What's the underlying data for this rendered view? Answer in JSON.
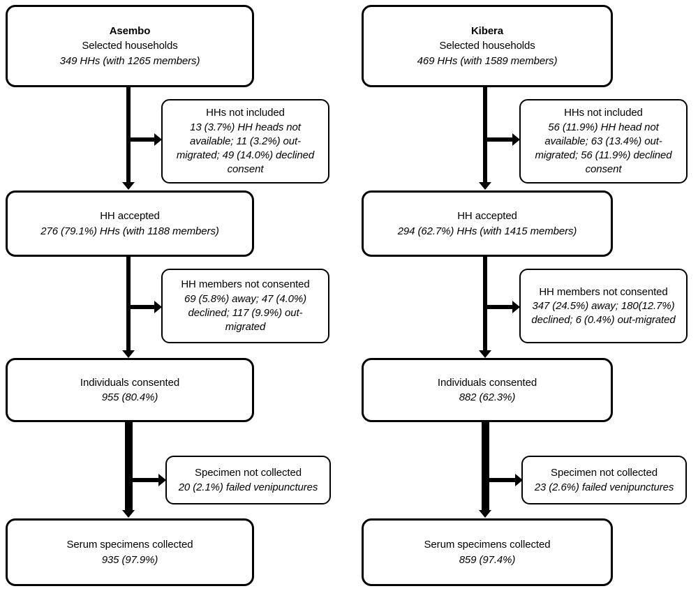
{
  "figure": {
    "type": "flowchart",
    "description": "Two parallel participant enrollment flow diagrams (CONSORT-style) for study sites Asembo and Kibera",
    "columns": [
      {
        "site": "Asembo",
        "nodes": [
          {
            "id": "selected-households",
            "kind": "main",
            "title": "Asembo",
            "subtitle": "Selected households",
            "value": "349 HHs (with 1265 members)"
          },
          {
            "id": "hhs-not-included",
            "kind": "side",
            "title": "HHs not included",
            "value": "13 (3.7%) HH heads not available; 11 (3.2%) out-migrated; 49 (14.0%) declined consent"
          },
          {
            "id": "hh-accepted",
            "kind": "main",
            "title": "HH accepted",
            "value": "276 (79.1%) HHs (with 1188 members)"
          },
          {
            "id": "hh-members-not-consented",
            "kind": "side",
            "title": "HH members not consented",
            "value": "69 (5.8%) away; 47 (4.0%) declined; 117 (9.9%) out-migrated"
          },
          {
            "id": "individuals-consented",
            "kind": "main",
            "title": "Individuals consented",
            "value": "955 (80.4%)"
          },
          {
            "id": "specimen-not-collected",
            "kind": "side",
            "title": "Specimen not collected",
            "value": "20 (2.1%) failed venipunctures"
          },
          {
            "id": "serum-specimens-collected",
            "kind": "main",
            "title": "Serum specimens collected",
            "value": "935 (97.9%)"
          }
        ]
      },
      {
        "site": "Kibera",
        "nodes": [
          {
            "id": "selected-households",
            "kind": "main",
            "title": "Kibera",
            "subtitle": "Selected households",
            "value": "469 HHs (with 1589 members)"
          },
          {
            "id": "hhs-not-included",
            "kind": "side",
            "title": "HHs not included",
            "value": "56 (11.9%) HH head not available; 63 (13.4%) out-migrated; 56 (11.9%) declined consent"
          },
          {
            "id": "hh-accepted",
            "kind": "main",
            "title": "HH accepted",
            "value": "294 (62.7%) HHs (with 1415 members)"
          },
          {
            "id": "hh-members-not-consented",
            "kind": "side",
            "title": "HH members not consented",
            "value": "347 (24.5%) away; 180(12.7%) declined; 6 (0.4%) out-migrated"
          },
          {
            "id": "individuals-consented",
            "kind": "main",
            "title": "Individuals consented",
            "value": "882 (62.3%)"
          },
          {
            "id": "specimen-not-collected",
            "kind": "side",
            "title": "Specimen not collected",
            "value": "23 (2.6%) failed venipunctures"
          },
          {
            "id": "serum-specimens-collected",
            "kind": "main",
            "title": "Serum specimens collected",
            "value": "859 (97.4%)"
          }
        ]
      }
    ],
    "colors": {
      "stroke": "#000000",
      "fill": "#ffffff",
      "text": "#000000"
    }
  }
}
